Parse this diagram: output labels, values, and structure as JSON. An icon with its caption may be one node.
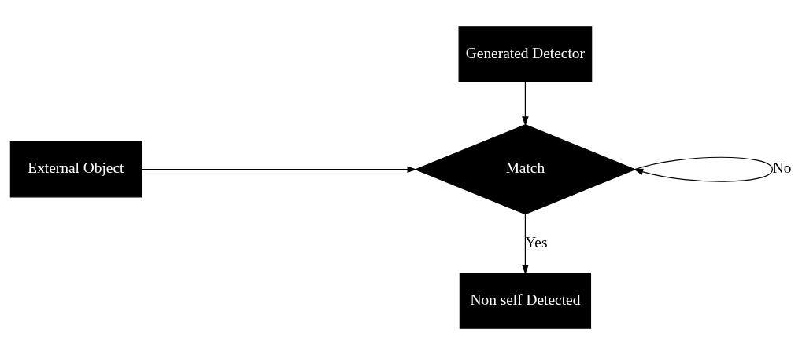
{
  "diagram": {
    "nodes": [
      {
        "text": [
          "Generated Detector"
        ]
      },
      {
        "text": [
          "External Object"
        ]
      },
      {
        "text": [
          "Match"
        ]
      },
      {
        "text": [
          "Non self Detected"
        ]
      }
    ],
    "edges": [
      {
        "from": 0,
        "to": 2,
        "arrow": "to"
      },
      {
        "from": 1,
        "to": 2,
        "arrow": "to"
      },
      {
        "from": 2,
        "to": 2,
        "arrow": "to",
        "label": "No"
      },
      {
        "from": 2,
        "to": 3,
        "arrow": "to",
        "label": "Yes"
      }
    ]
  }
}
